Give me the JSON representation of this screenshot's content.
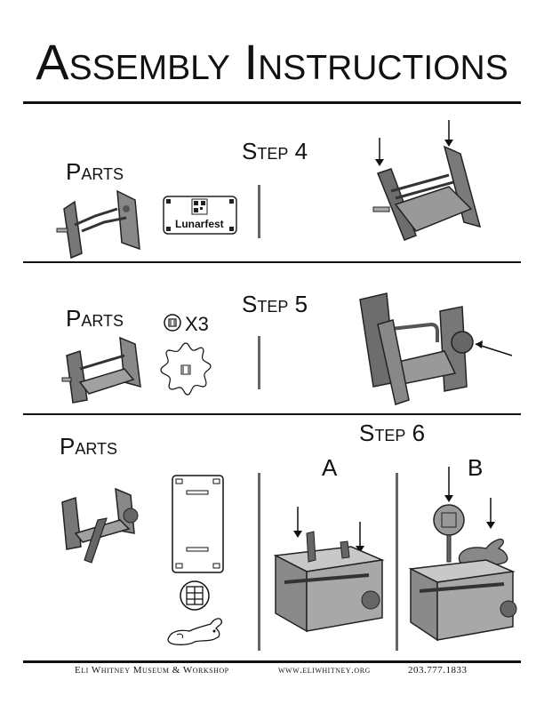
{
  "title": "Assembly Instructions",
  "sections": [
    {
      "parts_label": "Parts",
      "step_label": "Step 4",
      "tag_brand": "Lunarfest"
    },
    {
      "parts_label": "Parts",
      "step_label": "Step 5",
      "quantity": "X3"
    },
    {
      "parts_label": "Parts",
      "step_label": "Step 6",
      "sub_a": "A",
      "sub_b": "B"
    }
  ],
  "footer": {
    "org": "Eli Whitney Museum & Workshop",
    "url": "www.eliwhitney.org",
    "phone": "203.777.1833"
  }
}
